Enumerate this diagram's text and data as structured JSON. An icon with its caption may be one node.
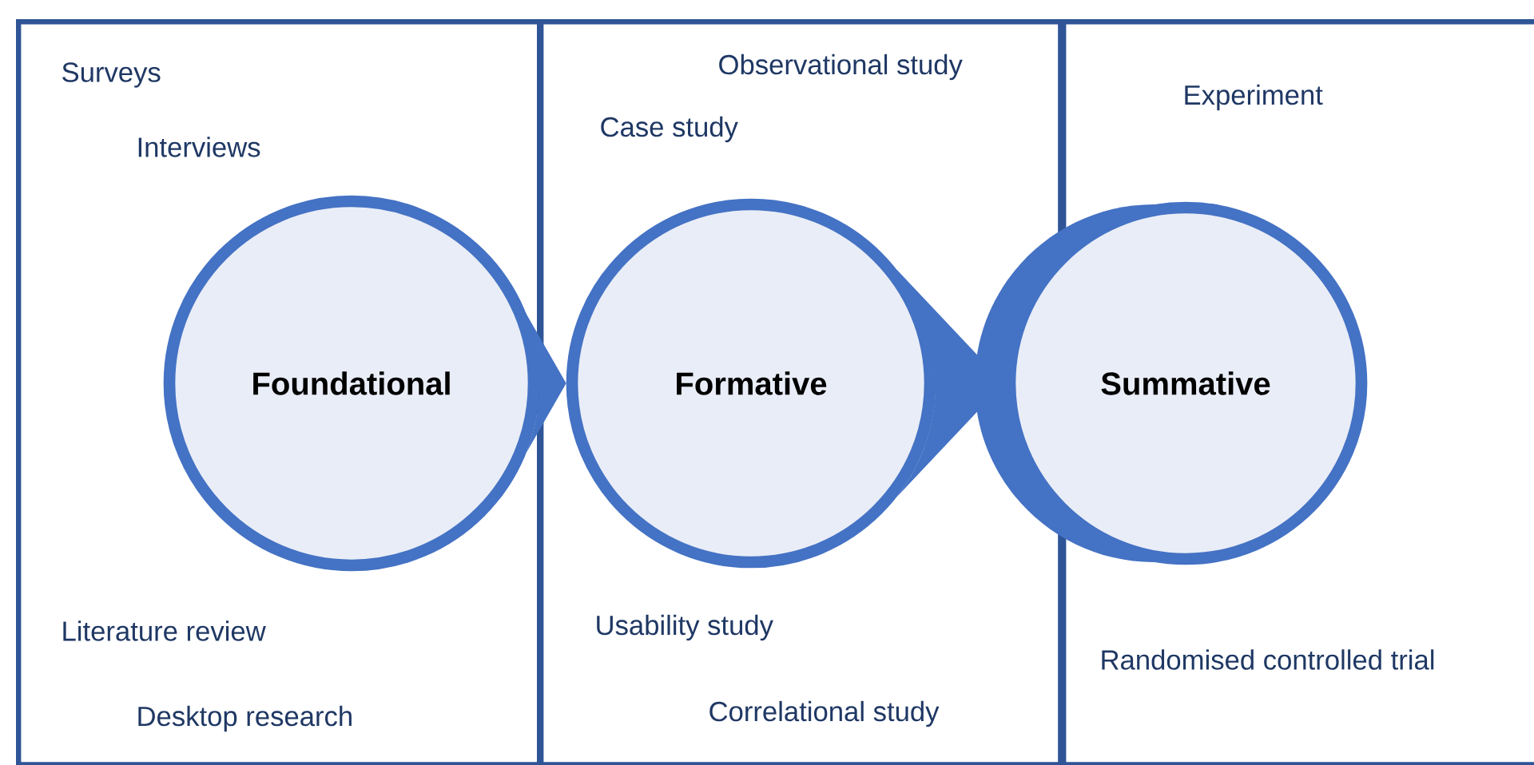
{
  "diagram": {
    "nodes": [
      {
        "text": [
          "Surveys",
          "Interviews",
          "Literature review",
          "Desktop research"
        ]
      },
      {
        "text": [
          "Observational study",
          "Case study",
          "Usability study",
          "Correlational study"
        ]
      },
      {
        "text": [
          "Experiment",
          "Randomised controlled trial"
        ]
      },
      {
        "text": [
          "Foundational"
        ],
        "in": 0
      },
      {
        "text": [
          "Formative"
        ],
        "in": 1
      },
      {
        "text": [
          "Summative"
        ]
      }
    ],
    "edges": [
      {
        "from": 3,
        "to": 4,
        "arrow": "to"
      },
      {
        "from": 4,
        "to": 5,
        "arrow": "to"
      }
    ]
  }
}
